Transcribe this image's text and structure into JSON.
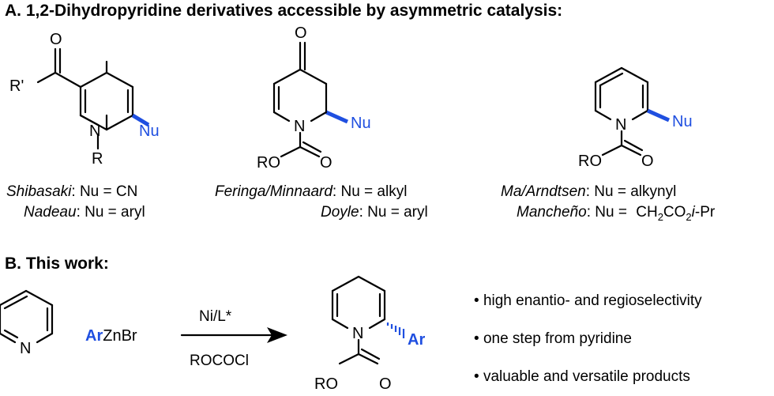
{
  "section_a": {
    "heading": "A. 1,2-Dihydropyridine derivatives accessible by asymmetric catalysis:",
    "structure1": {
      "labels": {
        "o": "O",
        "r_prime": "R'",
        "n": "N",
        "r": "R",
        "nu": "Nu"
      },
      "captions": [
        {
          "author": "Shibasaki",
          "text": ": Nu = CN"
        },
        {
          "author": "Nadeau",
          "text": ": Nu = aryl"
        }
      ]
    },
    "structure2": {
      "labels": {
        "o_top": "O",
        "n": "N",
        "nu": "Nu",
        "ro": "RO",
        "o": "O"
      },
      "captions": [
        {
          "author": "Feringa/Minnaard",
          "text": ": Nu = alkyl"
        },
        {
          "author": "Doyle",
          "text": ": Nu = aryl"
        }
      ]
    },
    "structure3": {
      "labels": {
        "n": "N",
        "nu": "Nu",
        "ro": "RO",
        "o": "O"
      },
      "captions": [
        {
          "author": "Ma/Arndtsen",
          "text": ": Nu = alkynyl"
        },
        {
          "author": "Mancheño",
          "text": ": Nu = ",
          "formula": {
            "a": "CH",
            "s1": "2",
            "b": "CO",
            "s2": "2",
            "c": "i",
            "d": "-Pr"
          }
        }
      ]
    }
  },
  "section_b": {
    "heading": "B. This work:",
    "pyridine": {
      "n": "N"
    },
    "reagent": {
      "ar": "Ar",
      "rest": "ZnBr"
    },
    "arrow": {
      "above": "Ni/L*",
      "below": "ROCOCl"
    },
    "product": {
      "n": "N",
      "ar": "Ar",
      "ro": "RO",
      "o": "O"
    },
    "bullets": [
      "high enantio- and regioselectivity",
      "one step from pyridine",
      "valuable and versatile products"
    ]
  },
  "colors": {
    "accent": "#1f4fe0",
    "text": "#000000"
  }
}
